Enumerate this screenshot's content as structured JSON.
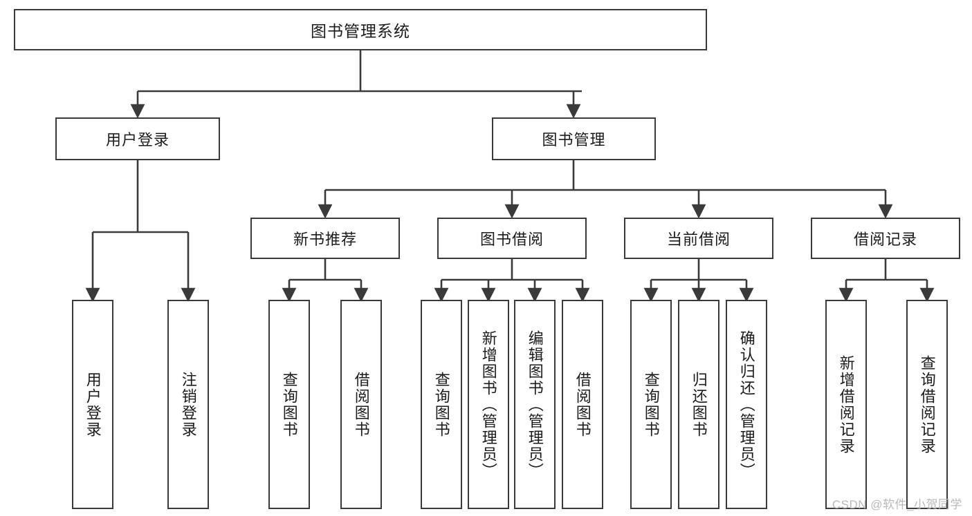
{
  "diagram": {
    "type": "hierarchy-tree",
    "title": "图书管理系统",
    "watermark": "CSDN @软件_小贺同学",
    "colors": {
      "box_border": "#3a3a3a",
      "box_fill": "#ffffff",
      "connector": "#3a3a3a",
      "text": "#1b1b1b",
      "watermark": "#b9b9b9",
      "background": "#ffffff"
    },
    "root": {
      "label": "图书管理系统"
    },
    "level2": [
      {
        "label": "用户登录"
      },
      {
        "label": "图书管理"
      }
    ],
    "level3": [
      {
        "label": "新书推荐"
      },
      {
        "label": "图书借阅"
      },
      {
        "label": "当前借阅"
      },
      {
        "label": "借阅记录"
      }
    ],
    "leaves": {
      "user_login": [
        {
          "label": "用户登录"
        },
        {
          "label": "注销登录"
        }
      ],
      "new_book_recommend": [
        {
          "label": "查询图书"
        },
        {
          "label": "借阅图书"
        }
      ],
      "book_borrow": [
        {
          "label": "查询图书"
        },
        {
          "label": "新增图书（管理员）"
        },
        {
          "label": "编辑图书（管理员）"
        },
        {
          "label": "借阅图书"
        }
      ],
      "current_borrow": [
        {
          "label": "查询图书"
        },
        {
          "label": "归还图书"
        },
        {
          "label": "确认归还（管理员）"
        }
      ],
      "borrow_records": [
        {
          "label": "新增借阅记录"
        },
        {
          "label": "查询借阅记录"
        }
      ]
    }
  }
}
